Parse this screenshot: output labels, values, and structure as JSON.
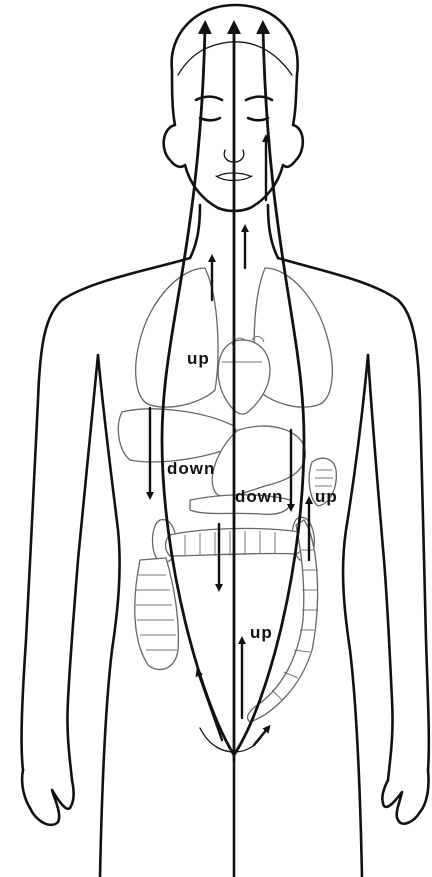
{
  "labels": {
    "up_chest": "up",
    "down_left": "down",
    "down_right": "down",
    "up_right": "up",
    "up_lower": "up"
  },
  "colors": {
    "line": "#111111",
    "organ": "#666666",
    "background": "#ffffff"
  }
}
